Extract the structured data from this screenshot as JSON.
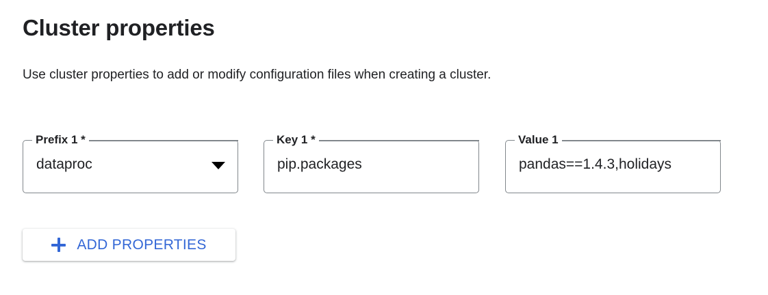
{
  "section": {
    "title": "Cluster properties",
    "description": "Use cluster properties to add or modify configuration files when creating a cluster."
  },
  "colors": {
    "accent_blue": "#3367d6",
    "text_primary": "#202124",
    "field_border": "#80868b",
    "background": "#ffffff"
  },
  "property_rows": [
    {
      "prefix": {
        "label": "Prefix 1 *",
        "value": "dataproc",
        "type": "select",
        "icon": "dropdown-arrow-icon",
        "required": true
      },
      "key": {
        "label": "Key 1 *",
        "value": "pip.packages",
        "type": "text",
        "required": true
      },
      "value": {
        "label": "Value 1",
        "value": "pandas==1.4.3,holidays",
        "type": "text",
        "required": false
      }
    }
  ],
  "add_button": {
    "label": "ADD PROPERTIES",
    "icon": "plus-icon"
  }
}
